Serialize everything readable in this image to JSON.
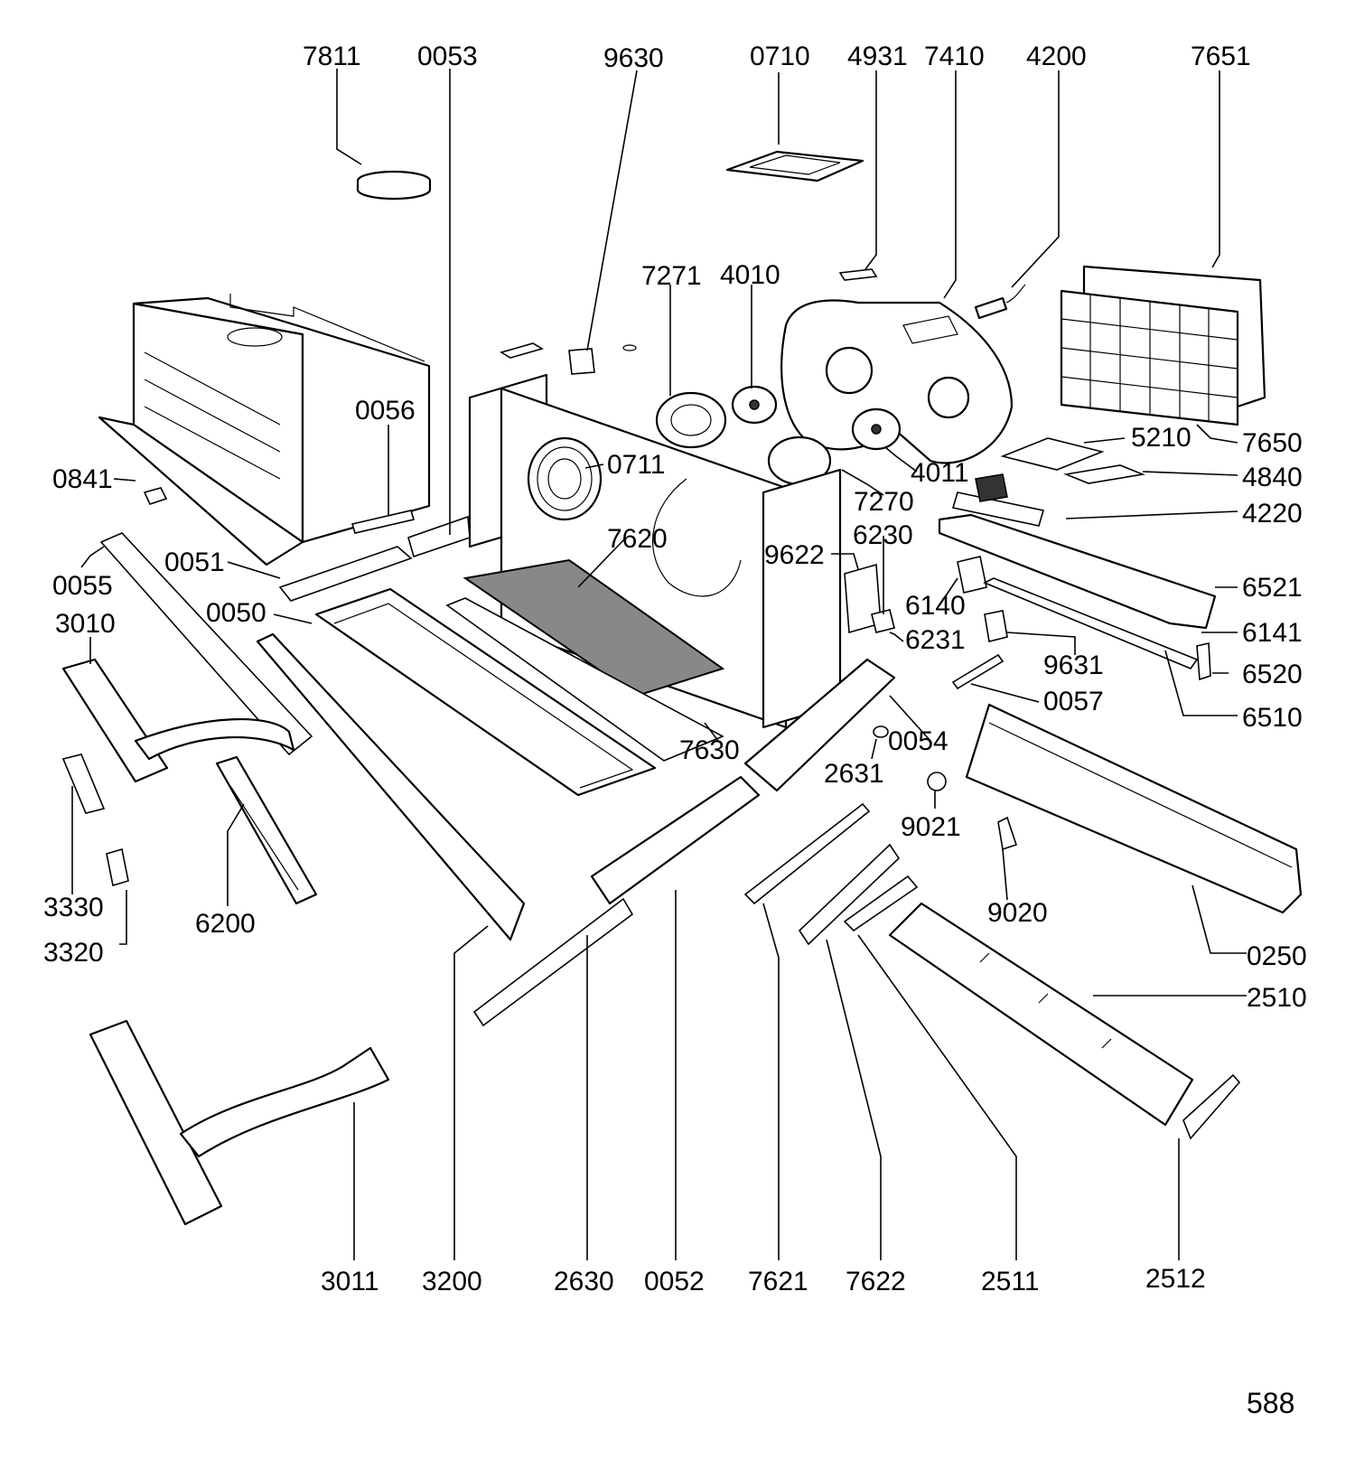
{
  "page_number": "588",
  "part_labels": {
    "p7811": "7811",
    "p0053": "0053",
    "p9630": "9630",
    "p0710": "0710",
    "p4931": "4931",
    "p7410": "7410",
    "p4200": "4200",
    "p7651": "7651",
    "p7271": "7271",
    "p4010": "4010",
    "p0056": "0056",
    "p0841": "0841",
    "p0711": "0711",
    "p5210": "5210",
    "p7650": "7650",
    "p4011": "4011",
    "p4840": "4840",
    "p7270": "7270",
    "p4220": "4220",
    "p6230": "6230",
    "p7620": "7620",
    "p9622": "9622",
    "p0051": "0051",
    "p0055": "0055",
    "p6521": "6521",
    "p6140": "6140",
    "p3010": "3010",
    "p0050": "0050",
    "p6141": "6141",
    "p6231": "6231",
    "p6520": "6520",
    "p9631": "9631",
    "p0057": "0057",
    "p6510": "6510",
    "p7630": "7630",
    "p0054": "0054",
    "p2631": "2631",
    "p9021": "9021",
    "p3330": "3330",
    "p6200": "6200",
    "p9020": "9020",
    "p3320": "3320",
    "p0250": "0250",
    "p2510": "2510",
    "p3011": "3011",
    "p3200": "3200",
    "p2630": "2630",
    "p0052": "0052",
    "p7621": "7621",
    "p7622": "7622",
    "p2511": "2511",
    "p2512": "2512"
  }
}
